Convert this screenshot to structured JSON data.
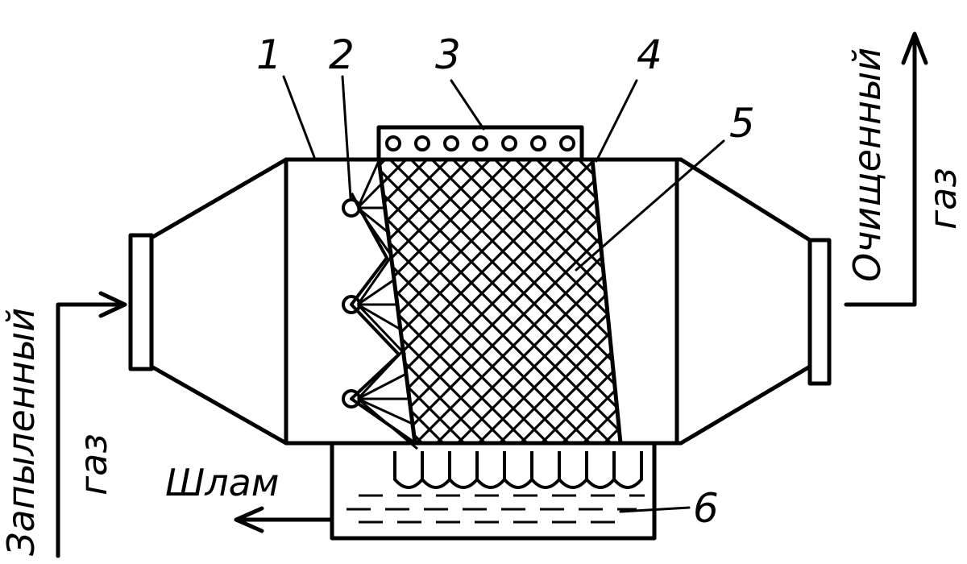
{
  "labels": {
    "n1": "1",
    "n2": "2",
    "n3": "3",
    "n4": "4",
    "n5": "5",
    "n6": "6"
  },
  "flows": {
    "inlet_word1": "Запыленный",
    "inlet_word2": "газ",
    "outlet_word1": "Очищенный",
    "outlet_word2": "газ",
    "sludge": "Шлам"
  }
}
